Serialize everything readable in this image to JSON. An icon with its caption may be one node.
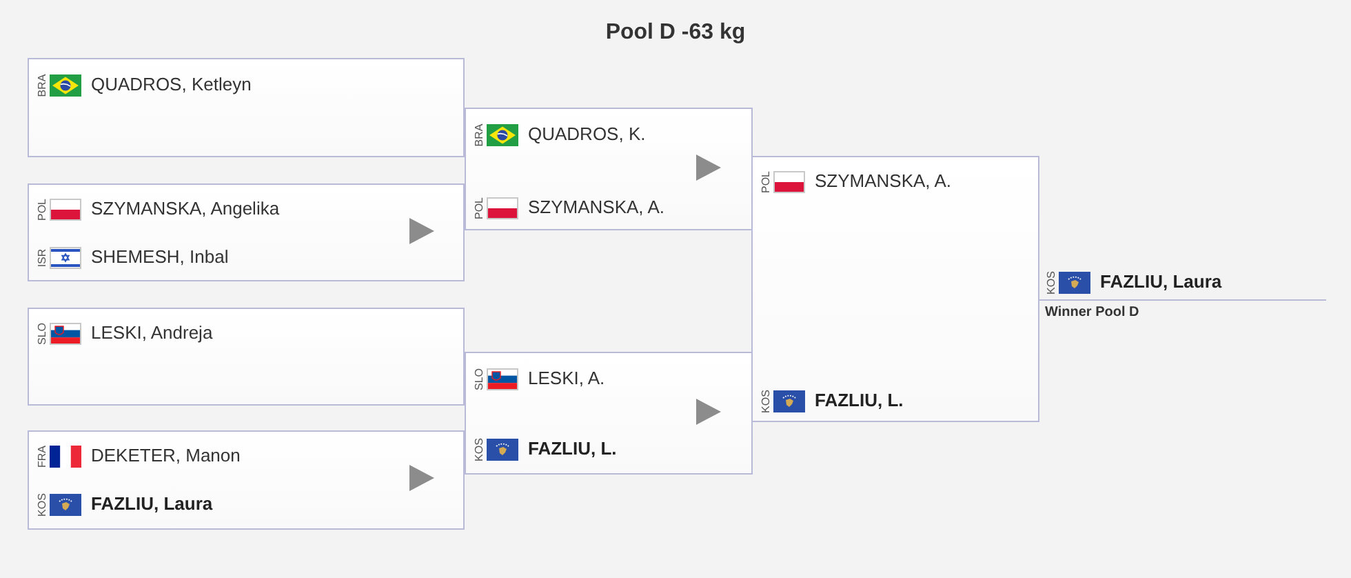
{
  "diagram": {
    "title": "Pool D -63 kg",
    "nodes": [
      {
        "text": [
          "BRA",
          "QUADROS, Ketleyn"
        ]
      },
      {
        "text": [
          "POL",
          "SZYMANSKA, Angelika",
          "ISR",
          "SHEMESH, Inbal"
        ]
      },
      {
        "text": [
          "SLO",
          "LESKI, Andreja"
        ]
      },
      {
        "text": [
          "FRA",
          "DEKETER, Manon",
          "KOS",
          "FAZLIU, Laura"
        ]
      },
      {
        "text": [
          "BRA",
          "QUADROS, K.",
          "POL",
          "SZYMANSKA, A."
        ]
      },
      {
        "text": [
          "SLO",
          "LESKI, A.",
          "KOS",
          "FAZLIU, L."
        ]
      },
      {
        "text": [
          "POL",
          "SZYMANSKA, A.",
          "KOS",
          "FAZLIU, L."
        ]
      },
      {
        "text": [
          "KOS",
          "FAZLIU, Laura"
        ],
        "beside": [
          "Winner Pool D"
        ]
      }
    ]
  }
}
